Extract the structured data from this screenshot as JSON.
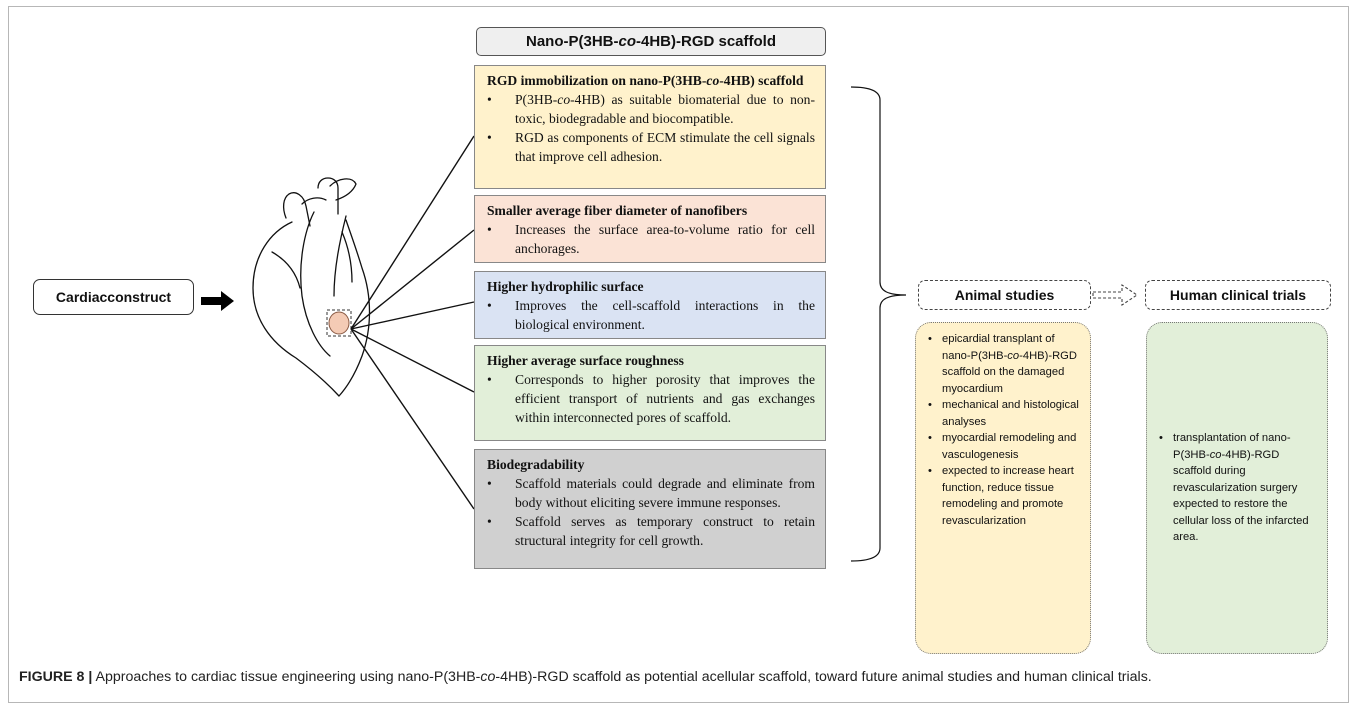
{
  "figure": {
    "scaffold_title": "Nano-P(3HB-co-4HB)-RGD scaffold",
    "cardiac_label": "Cardiacconstruct",
    "cards": [
      {
        "heading": "RGD immobilization on nano-P(3HB-co-4HB) scaffold",
        "bullets": [
          "P(3HB-co-4HB) as suitable biomaterial due to non-toxic, biodegradable and biocompatible.",
          "RGD as components of ECM stimulate the cell signals that improve cell adhesion."
        ],
        "color": "#fff2cc"
      },
      {
        "heading": "Smaller average fiber diameter of nanofibers",
        "bullets": [
          "Increases the surface area-to-volume ratio for cell anchorages."
        ],
        "color": "#fbe3d6"
      },
      {
        "heading": "Higher hydrophilic surface",
        "bullets": [
          "Improves the cell-scaffold interactions in the biological environment."
        ],
        "color": "#dae3f3"
      },
      {
        "heading": "Higher average surface roughness",
        "bullets": [
          "Corresponds to higher porosity that improves the efficient transport of nutrients and gas exchanges within interconnected pores of scaffold."
        ],
        "color": "#e2efd9"
      },
      {
        "heading": "Biodegradability",
        "bullets": [
          "Scaffold materials could degrade and eliminate from body without eliciting severe immune responses.",
          "Scaffold serves as temporary construct to retain structural integrity for cell growth."
        ],
        "color": "#d0d0d0"
      }
    ],
    "animal": {
      "label": "Animal studies",
      "bullets": [
        "epicardial transplant of nano-P(3HB-co-4HB)-RGD scaffold on the damaged myocardium",
        "mechanical and histological analyses",
        "myocardial remodeling and vasculogenesis",
        "expected to increase heart function, reduce tissue remodeling and promote revascularization"
      ]
    },
    "human": {
      "label": "Human clinical trials",
      "bullets": [
        "transplantation of nano-P(3HB-co-4HB)-RGD scaffold during revascularization surgery expected to restore the cellular loss of the infarcted area."
      ]
    },
    "caption": {
      "label": "FIGURE 8 |",
      "text": "Approaches to cardiac tissue engineering using nano-P(3HB-co-4HB)-RGD scaffold as potential acellular scaffold, toward future animal studies and human clinical trials."
    }
  }
}
